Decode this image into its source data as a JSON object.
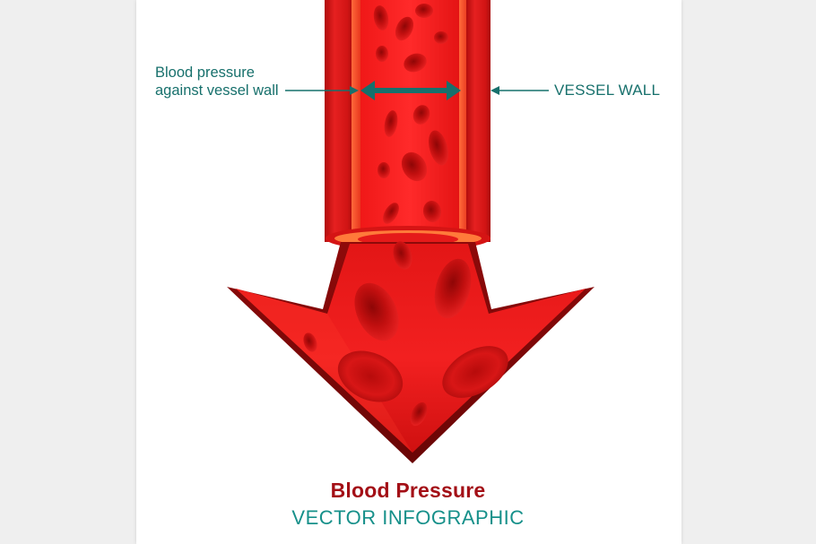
{
  "labels": {
    "blood_pressure_line1": "Blood pressure",
    "blood_pressure_line2": "against vessel wall",
    "vessel_wall": "VESSEL WALL"
  },
  "title": {
    "main": "Blood Pressure",
    "sub": "VECTOR INFOGRAPHIC"
  },
  "colors": {
    "accent_teal": "#17706c",
    "title_red": "#a30f16",
    "vessel_red": "#e21b1b",
    "background": "#efefef"
  }
}
